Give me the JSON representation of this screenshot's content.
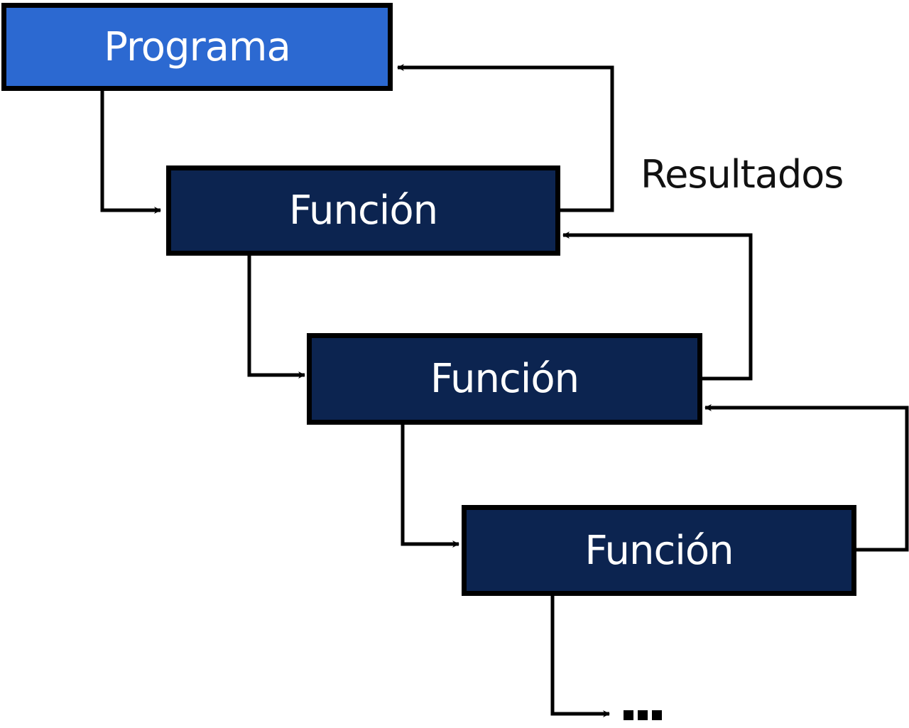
{
  "colors": {
    "programa_fill": "#2c69d1",
    "funcion_fill": "#0c2450",
    "border": "#000000",
    "box_text": "#ffffff"
  },
  "nodes": {
    "programa": "Programa",
    "funcion_1": "Función",
    "funcion_2": "Función",
    "funcion_3": "Función"
  },
  "labels": {
    "results": "Resultados"
  },
  "continuation_icon": "ellipsis-icon"
}
